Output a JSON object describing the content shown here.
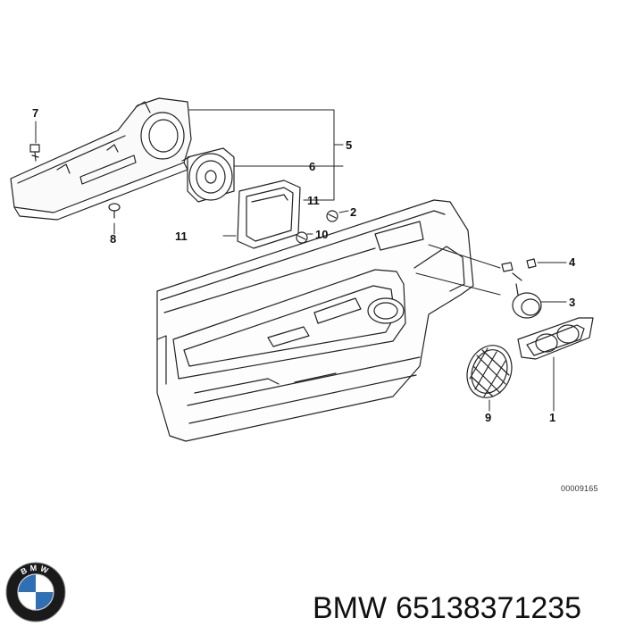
{
  "diagram": {
    "callouts": [
      "7",
      "5",
      "6",
      "11",
      "2",
      "8",
      "11",
      "10",
      "4",
      "3",
      "9",
      "1"
    ],
    "reference_code": "00009165"
  },
  "brand": {
    "name": "BMW",
    "part_number": "65138371235",
    "logo_letters": "BMW",
    "logo_colors": {
      "ring": "#1a1a1a",
      "blue": "#2e6fb5",
      "white": "#ffffff"
    }
  }
}
